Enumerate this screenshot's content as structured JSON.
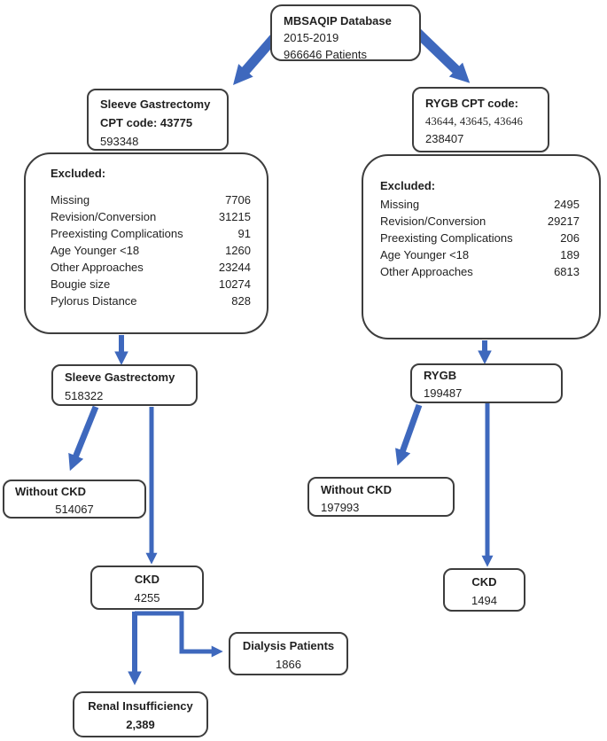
{
  "diagram_title": "MBSAQIP patient selection flowchart",
  "colors": {
    "arrow": "#3E68BD",
    "border": "#3d3d3d"
  },
  "boxes": {
    "database": {
      "line1": "MBSAQIP Database",
      "line2": "2015-2019",
      "line3": "966646 Patients"
    },
    "sleeve_cpt": {
      "line1": "Sleeve Gastrectomy",
      "line2": "CPT code: 43775",
      "line3": "593348"
    },
    "rygb_cpt": {
      "line1": "RYGB CPT code:",
      "line2": "43644, 43645, 43646",
      "line3": "238407"
    },
    "sleeve_excluded": {
      "header": "Excluded:",
      "rows": [
        {
          "label": "Missing",
          "value": "7706"
        },
        {
          "label": "Revision/Conversion",
          "value": "31215"
        },
        {
          "label": "Preexisting Complications",
          "value": "91"
        },
        {
          "label": "Age Younger <18",
          "value": "1260"
        },
        {
          "label": "Other Approaches",
          "value": "23244"
        },
        {
          "label": "Bougie size",
          "value": "10274"
        },
        {
          "label": "Pylorus Distance",
          "value": "828"
        }
      ]
    },
    "rygb_excluded": {
      "header": "Excluded:",
      "rows": [
        {
          "label": "Missing",
          "value": "2495"
        },
        {
          "label": "Revision/Conversion",
          "value": "29217"
        },
        {
          "label": "Preexisting Complications",
          "value": "206"
        },
        {
          "label": "Age Younger <18",
          "value": "189"
        },
        {
          "label": "Other Approaches",
          "value": "6813"
        }
      ]
    },
    "sleeve_total": {
      "line1": "Sleeve Gastrectomy",
      "line2": "518322"
    },
    "rygb_total": {
      "line1": "RYGB",
      "line2": "199487"
    },
    "sleeve_without_ckd": {
      "line1": "Without CKD",
      "line2": "514067"
    },
    "rygb_without_ckd": {
      "line1": "Without CKD",
      "line2": "197993"
    },
    "sleeve_ckd": {
      "line1": "CKD",
      "line2": "4255"
    },
    "rygb_ckd": {
      "line1": "CKD",
      "line2": "1494"
    },
    "dialysis": {
      "line1": "Dialysis Patients",
      "line2": "1866"
    },
    "renal": {
      "line1": "Renal Insufficiency",
      "line2": "2,389"
    }
  }
}
